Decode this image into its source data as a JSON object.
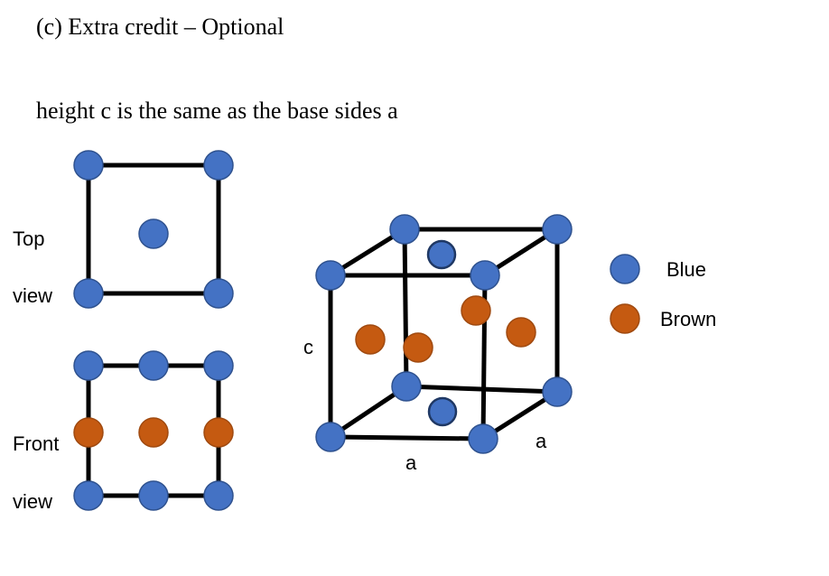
{
  "heading": "(c)  Extra credit – Optional",
  "subheading": "height c is the same as the base sides a",
  "views": {
    "top_label_line1": "Top",
    "top_label_line2": "view",
    "front_label_line1": "Front",
    "front_label_line2": "view"
  },
  "cube": {
    "height_label": "c",
    "front_edge_label": "a",
    "side_edge_label": "a"
  },
  "legend": [
    {
      "label": "Blue",
      "color": "#4472c4"
    },
    {
      "label": "Brown",
      "color": "#c55a11"
    }
  ],
  "colors": {
    "blue": "#4472c4",
    "brown": "#c55a11",
    "edge": "#000000",
    "atom_outline": "#2f528f",
    "brown_outline": "#a04a10",
    "center_atom_outline": "#1f3864"
  }
}
